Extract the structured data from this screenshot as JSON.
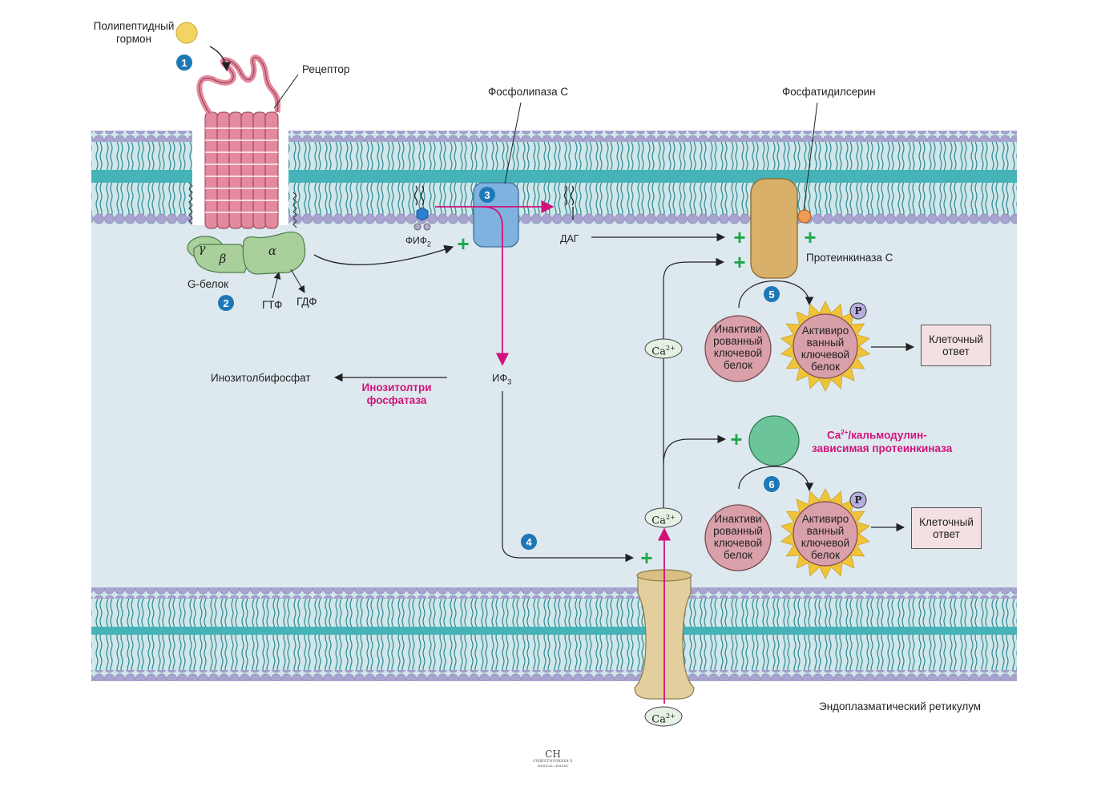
{
  "hormone": {
    "line1": "Полипептидный",
    "line2": "гормон"
  },
  "receptor_label": "Рецептор",
  "g_protein": {
    "label": "G-белок",
    "gamma": "γ",
    "beta": "β",
    "alpha": "α",
    "gtp": "ГТФ",
    "gdp": "ГДФ"
  },
  "pip2_label": "ФИФ",
  "pip2_sub": "2",
  "plc_label": "Фосфолипаза С",
  "dag_label": "ДАГ",
  "ps_label": "Фосфатидилсерин",
  "pkc_label": "Протеинкиназа С",
  "ip3_label": "ИФ",
  "ip3_sub": "3",
  "ib_label": "Инозитолбифосфат",
  "phosphatase": {
    "line1": "Инозитолтри",
    "line2": "фосфатаза"
  },
  "er_label": "Эндоплазматический ретикулум",
  "ca": {
    "base": "Ca",
    "sup": "2+"
  },
  "inactive_protein": {
    "l1": "Инактиви",
    "l2": "рованный",
    "l3": "ключевой",
    "l4": "белок"
  },
  "active_protein": {
    "l1": "Активиро",
    "l2": "ванный",
    "l3": "ключевой",
    "l4": "белок"
  },
  "phospho": "P",
  "cell_response": {
    "l1": "Клеточный",
    "l2": "ответ"
  },
  "camk": {
    "l1": "Ca",
    "sup": "2+",
    "l1_rest": "/кальмодулин-",
    "l2": "зависимая протеинкиназа"
  },
  "steps": [
    "1",
    "2",
    "3",
    "4",
    "5",
    "6"
  ],
  "plus": "+",
  "watermark": {
    "logo": "CH",
    "line1": "CHRISTOVSKAYA'S",
    "line2": "MEDICAL IMAGES"
  },
  "colors": {
    "cytosol": "#dde9ef",
    "lipid_head": "#a8a3cf",
    "lipid_band": "#46b3b8",
    "lipid_tail": "#3f9fa6",
    "receptor": "#e4899e",
    "g_protein": "#a9cf9a",
    "plc": "#7fb2de",
    "pkc": "#d9b06a",
    "channel": "#e3cf9e",
    "inactive": "#d9a0aa",
    "active_fill": "#d9a0aa",
    "active_star": "#f0c43a",
    "camk": "#6cc49a",
    "hormone": "#f1d464",
    "step_badge": "#1e78b6",
    "plus": "#1fa84a",
    "pathway": "#d1127a"
  }
}
